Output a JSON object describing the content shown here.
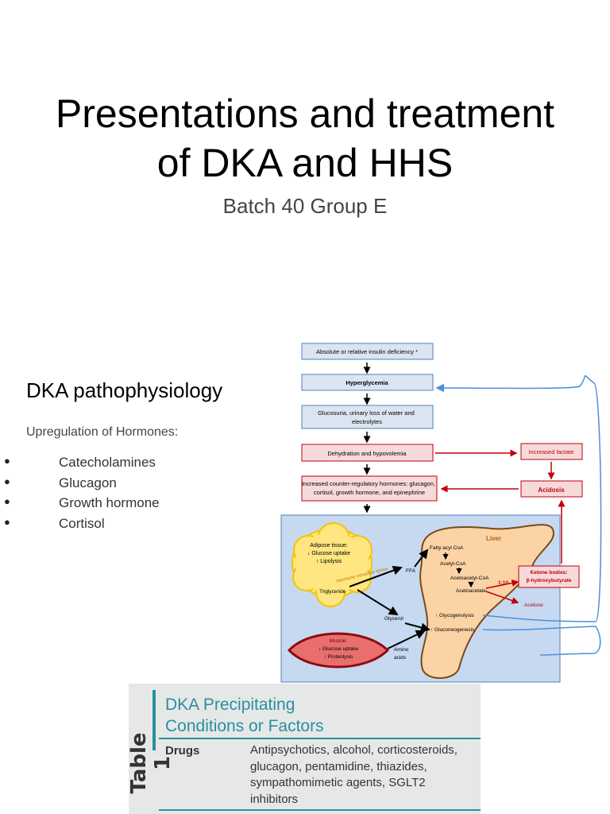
{
  "slide": {
    "title_line1": "Presentations and treatment",
    "title_line2": "of DKA and HHS",
    "subtitle": "Batch 40 Group E"
  },
  "section": {
    "heading": "DKA pathophysiology",
    "intro": "Upregulation of Hormones:",
    "bullet_glyph": "●",
    "hormones": [
      "Catecholamines",
      "Glucagon",
      "Growth hormone",
      "Cortisol"
    ]
  },
  "diagram": {
    "colors": {
      "blue_fill": "#dbe5f1",
      "blue_border": "#4f81bd",
      "red_fill": "#f6dada",
      "red": "#c0000c",
      "panel": "#c6d9f1",
      "fat": "#ffe680",
      "liver": "#fbd3a4",
      "muscle": "#e96e6e",
      "outline_arrow": "#4a90d9"
    },
    "box_insulin": "Absolute or relative insulin deficiency *",
    "box_hyperglycemia": "Hyperglycemia",
    "box_glucosuria": "Glucosuria, urinary loss of water and electrolytes",
    "box_dehydration": "Dehydration and hypovolemia",
    "box_lactate": "Increased lactate",
    "box_counter": "Increased counter-regulatory hormones: glucagon, cortisol, growth hormone, and epinephrine",
    "box_acidosis": "Acidosis",
    "adipose_title": "Adipose tissue:",
    "adipose_line1": "↓ Glucose uptake",
    "adipose_line2": "↑ Lipolysis",
    "hormone_lipase": "Hormone sensitive lipase",
    "triglyceride": "Triglyceride",
    "ffa": "FFA",
    "glycerol": "Glycerol",
    "liver": "Liver",
    "fatty_acyl": "Fatty acyl CoA",
    "acetyl": "Acetyl-CoA",
    "acetoacetyl": "Acetoacetyl-CoA",
    "acetoacetate": "Acetoacetate",
    "ratio": "1:10",
    "ketone_title": "Ketone bodies:",
    "ketone_sub": "β-hydroxybutyrate",
    "acetone": "Acetone",
    "glycogenolysis": "↑ Glycogenolysis",
    "gluconeogenesis": "↑ Gluconeogenesis",
    "muscle_title": "Muscle:",
    "muscle_line1": "↓ Glucose uptake",
    "muscle_line2": "↑ Proteolysis",
    "amino_line1": "Amino",
    "amino_line2": "acids"
  },
  "table": {
    "side_label": "Table 1",
    "title_line1": "DKA Precipitating",
    "title_line2": "Conditions or Factors",
    "row_label": "Drugs",
    "row_line1": "Antipsychotics, alcohol, corticosteroids,",
    "row_line2": "glucagon, pentamidine, thiazides,",
    "row_line3": "sympathomimetic agents, SGLT2",
    "row_line4": "inhibitors"
  }
}
